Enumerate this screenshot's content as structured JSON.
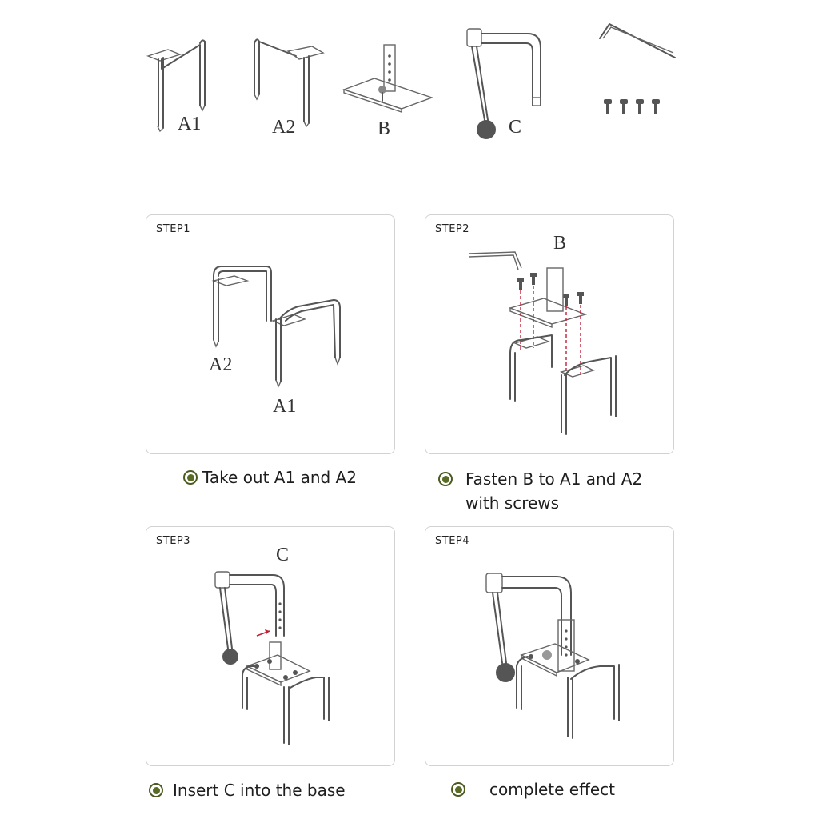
{
  "parts": {
    "a1": "A1",
    "a2": "A2",
    "b": "B",
    "c": "C"
  },
  "steps": [
    {
      "title": "STEP1",
      "labels": [
        "A2",
        "A1"
      ],
      "caption": [
        "Take out A1 and A2"
      ]
    },
    {
      "title": "STEP2",
      "labels": [
        "B"
      ],
      "caption": [
        "Fasten B to A1 and A2",
        "with screws"
      ]
    },
    {
      "title": "STEP3",
      "labels": [
        "C"
      ],
      "caption": [
        "Insert C into the base"
      ]
    },
    {
      "title": "STEP4",
      "labels": [],
      "caption": [
        "complete effect"
      ]
    }
  ],
  "colors": {
    "bullet": "#5a6b25",
    "panel_border": "#d2d2d2",
    "arrow": "#c0203a"
  }
}
